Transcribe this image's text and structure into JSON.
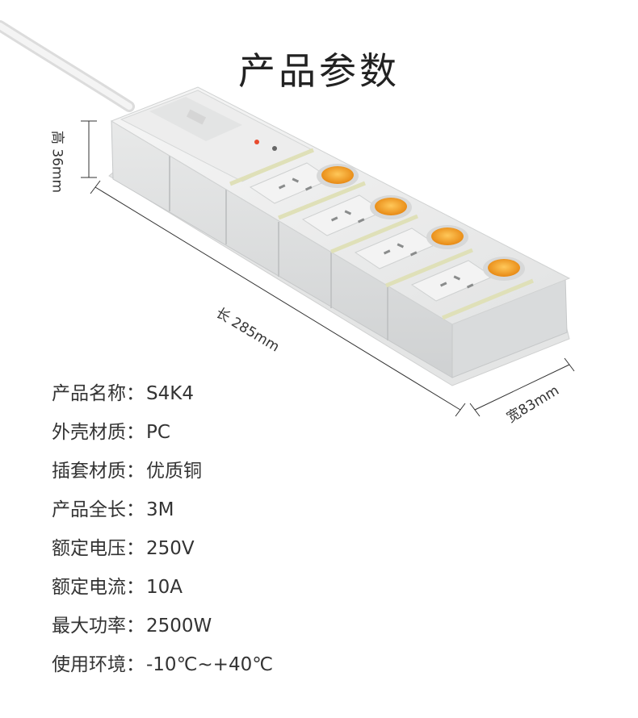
{
  "page": {
    "title": "产品参数"
  },
  "dimensions": {
    "height": "高 36mm",
    "length": "长 285mm",
    "width": "宽83mm"
  },
  "specs": [
    {
      "label": "产品名称：",
      "value": "S4K4"
    },
    {
      "label": "外壳材质：",
      "value": "PC"
    },
    {
      "label": "插套材质：",
      "value": "优质铜"
    },
    {
      "label": "产品全长：",
      "value": "3M"
    },
    {
      "label": "额定电压：",
      "value": "250V"
    },
    {
      "label": "额定电流：",
      "value": "10A"
    },
    {
      "label": "最大功率：",
      "value": "2500W"
    },
    {
      "label": "使用环境：",
      "value": "-10℃~+40℃"
    }
  ],
  "colors": {
    "switch": "#f39a1c",
    "body": "#e9eaea",
    "shadow": "#c9cbcc",
    "line": "#333333"
  }
}
